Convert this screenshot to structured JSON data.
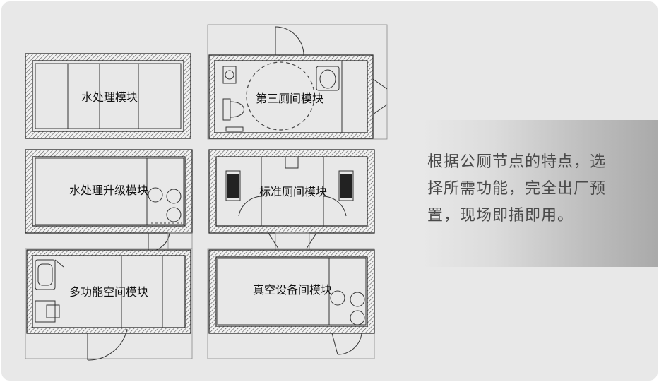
{
  "modules": {
    "water_treatment": "水处理模块",
    "third_toilet": "第三厕间模块",
    "water_upgrade": "水处理升级模块",
    "standard_toilet": "标准厕间模块",
    "multifunction_space": "多功能空间模块",
    "vacuum_equipment": "真空设备间模块"
  },
  "caption": {
    "lines": [
      "根据公厕节点的特点，选",
      "择所需功能，完全出厂预",
      "置，现场即插即用。"
    ]
  }
}
